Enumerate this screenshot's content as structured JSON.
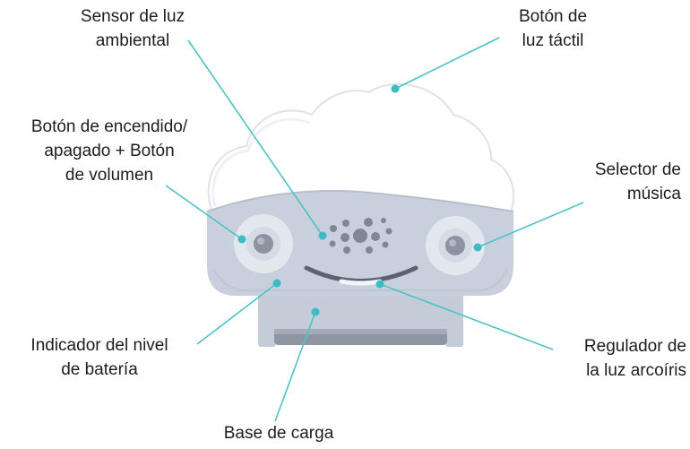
{
  "diagram": {
    "labels": {
      "sensor": [
        "Sensor de luz",
        "ambiental"
      ],
      "touch": [
        "Botón de",
        "luz táctil"
      ],
      "power": [
        "Botón de encendido/",
        "apagado + Botón",
        "de volumen"
      ],
      "music": [
        "Selector de",
        "música"
      ],
      "battery": [
        "Indicador del nivel",
        "de batería"
      ],
      "rainbow": [
        "Regulador de",
        "la luz arcoíris"
      ],
      "base": [
        "Base de carga"
      ]
    },
    "colors": {
      "leader_line": "#4cc3c8",
      "leader_dot": "#3bbcc4",
      "cloud_top": "#ffffff",
      "cloud_outline": "#dde3ea",
      "body": "#c8d0dd",
      "body_dark": "#b7bfcd",
      "knob_ring": "#e3e7ee",
      "knob_center": "#8b93a0",
      "speaker_dot": "#7f8795",
      "smile": "#5b6270",
      "smile_light": "#f3f5f8",
      "stand": "#c4ccd8",
      "base_shadow": "#8e96a4",
      "text": "#1d1d1d"
    }
  }
}
